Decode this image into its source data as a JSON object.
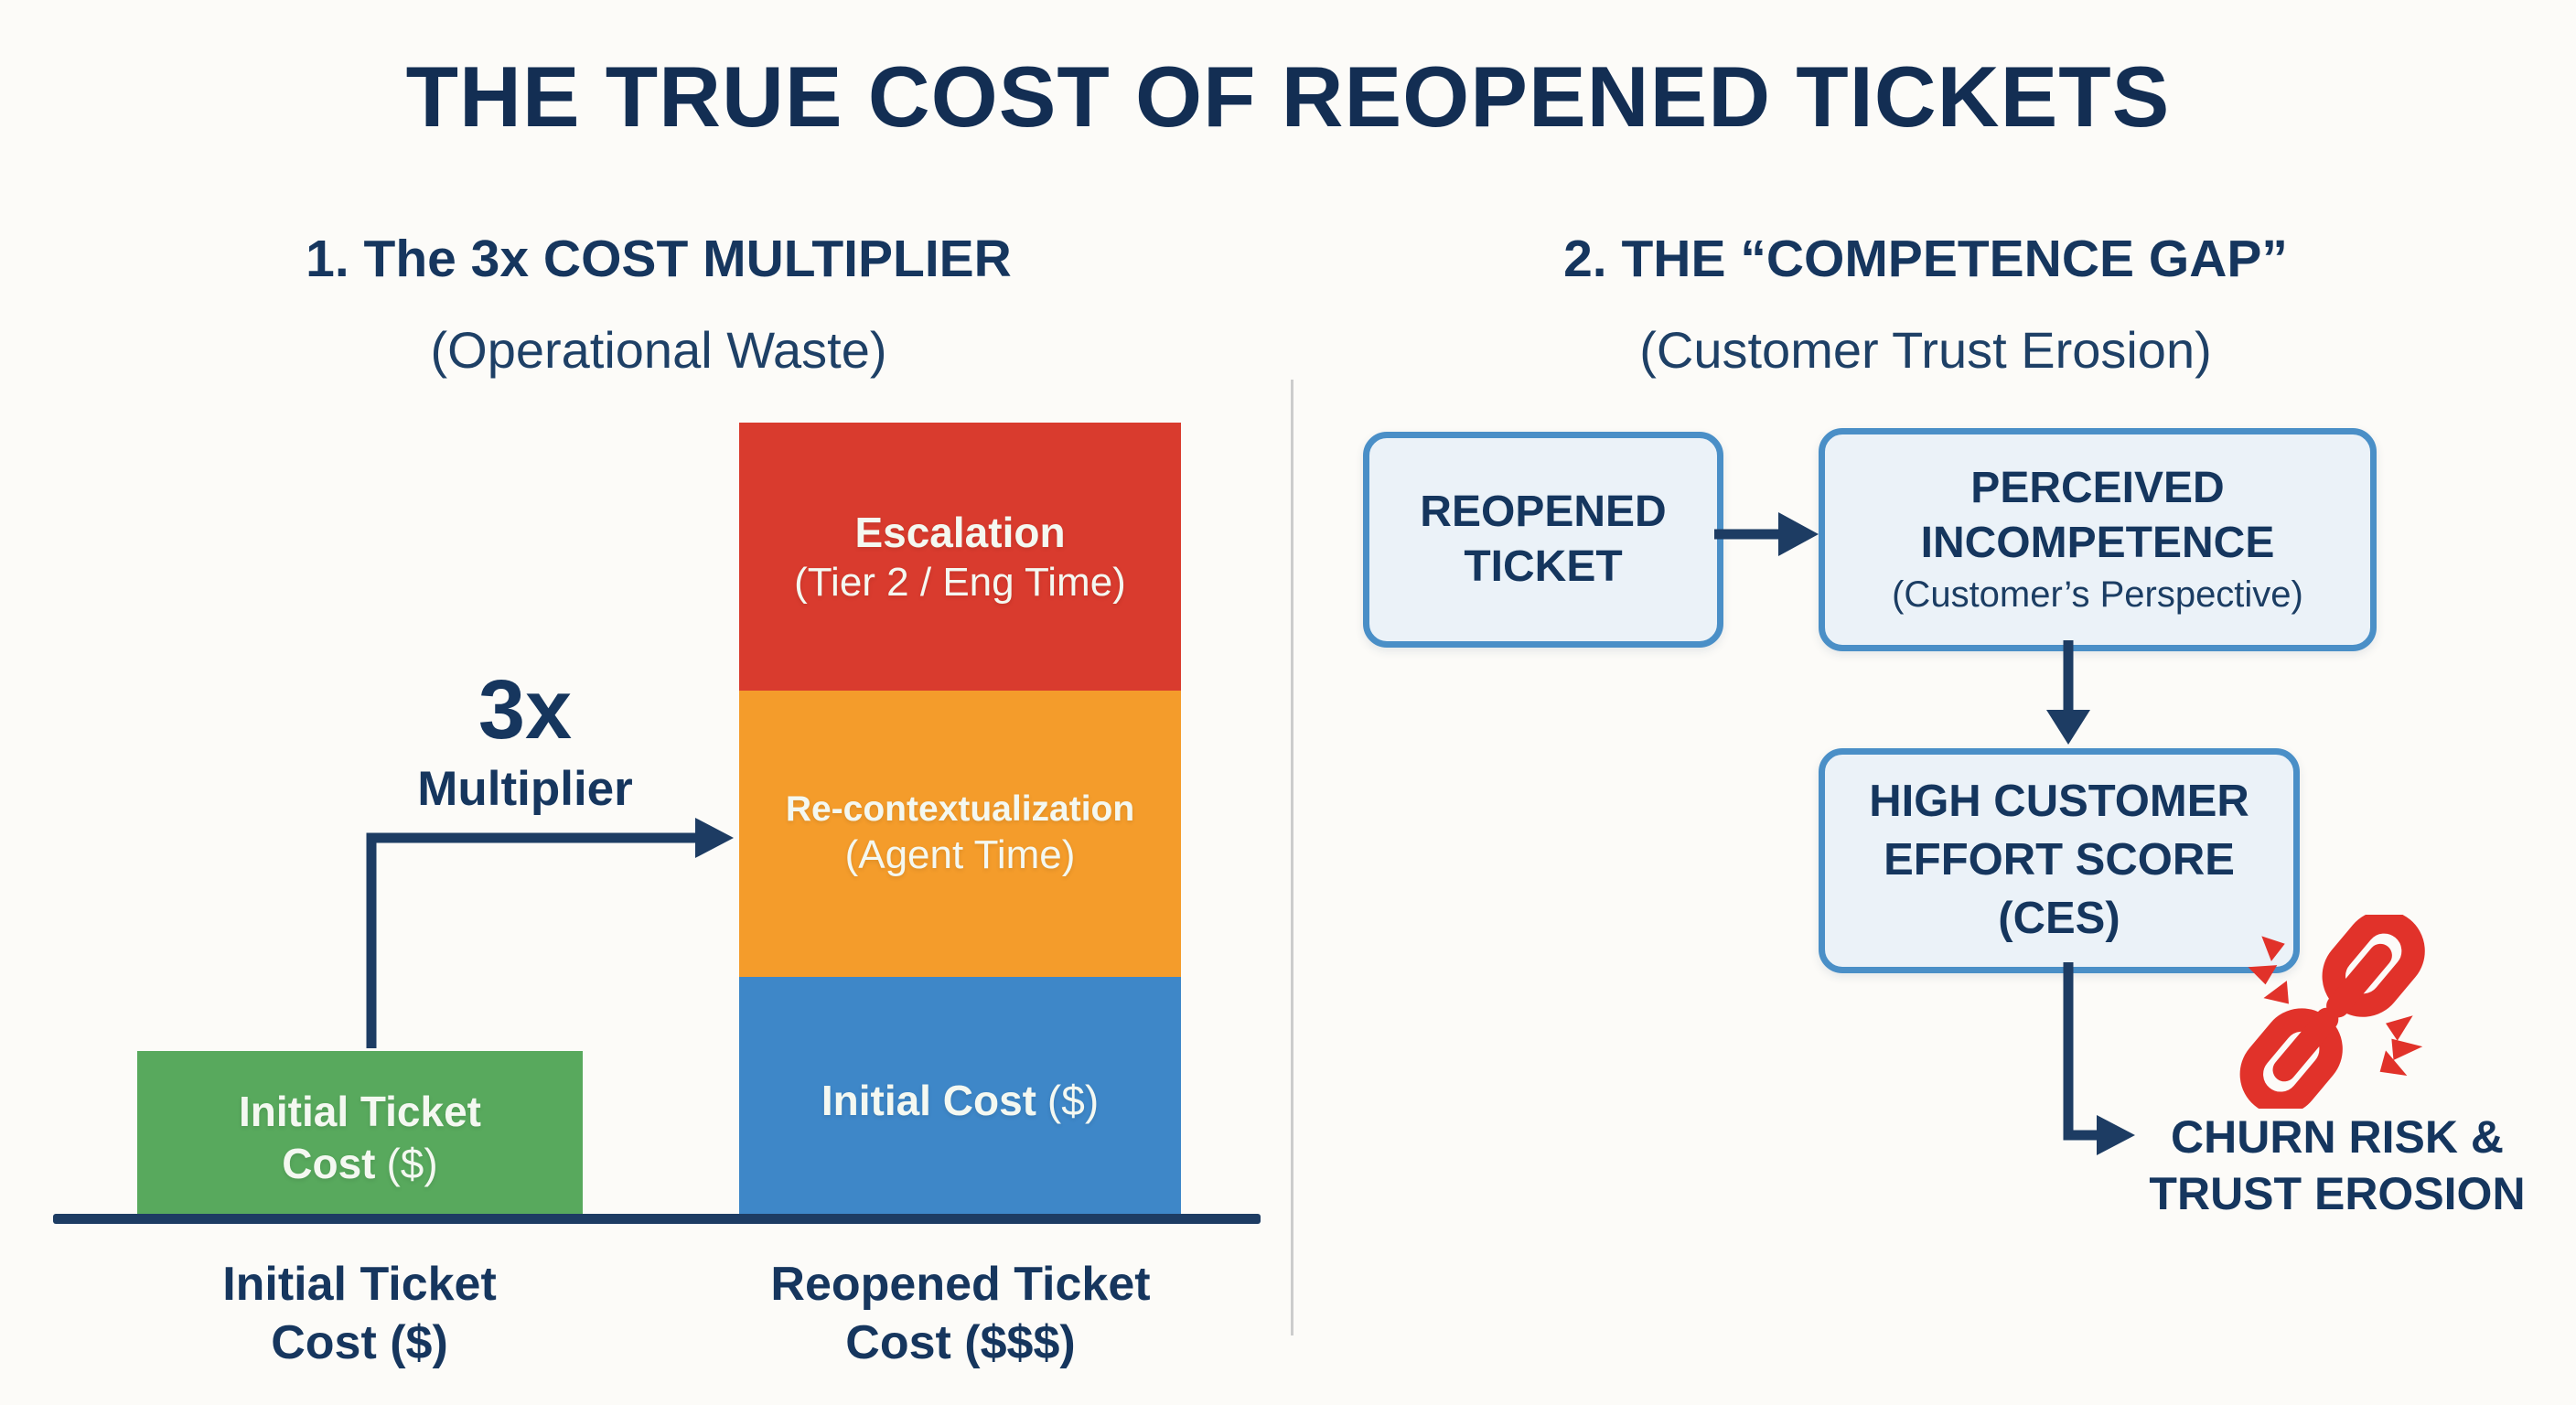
{
  "title": "THE TRUE COST OF REOPENED TICKETS",
  "left": {
    "heading": "1. The 3x COST MULTIPLIER",
    "subheading": "(Operational Waste)",
    "multiplier": {
      "big": "3x",
      "small": "Multiplier"
    },
    "initial_bar": {
      "line1": "Initial Ticket",
      "line2_bold": "Cost",
      "line2_normal": "($)"
    },
    "segments": {
      "escalation": {
        "title": "Escalation",
        "subtitle": "(Tier 2 / Eng Time)"
      },
      "recontextualization": {
        "title": "Re-contextualization",
        "subtitle": "(Agent Time)"
      },
      "initial_cost": {
        "bold": "Initial Cost",
        "normal": "($)"
      }
    },
    "axis": {
      "label1_line1": "Initial Ticket",
      "label1_line2": "Cost ($)",
      "label2_line1": "Reopened Ticket",
      "label2_line2": "Cost ($$$)"
    }
  },
  "right": {
    "heading": "2. THE “COMPETENCE GAP”",
    "subheading": "(Customer Trust Erosion)",
    "box_reopened": {
      "line1": "REOPENED",
      "line2": "TICKET"
    },
    "box_perceived": {
      "line1": "PERCEIVED",
      "line2": "INCOMPETENCE",
      "line3": "(Customer’s Perspective)"
    },
    "box_ces": {
      "line1": "HIGH CUSTOMER",
      "line2": "EFFORT SCORE",
      "line3": "(CES)"
    },
    "outcome": {
      "line1": "CHURN RISK &",
      "line2": "TRUST EROSION",
      "icon": "broken-chain-icon"
    }
  },
  "colors": {
    "background": "#fcfbf8",
    "navy": "#16365e",
    "arrow_navy": "#1d3c63",
    "bar_green": "#58a95d",
    "bar_red": "#d93b2e",
    "bar_orange": "#f49c2b",
    "bar_blue": "#3e87c8",
    "box_fill": "#ebf2f8",
    "box_border": "#4a8fc7",
    "chain_red": "#e1322a",
    "divider_gray": "#cccccc"
  },
  "chart_data": {
    "type": "bar",
    "title": "1. The 3x COST MULTIPLIER (Operational Waste)",
    "categories": [
      "Initial Ticket Cost ($)",
      "Reopened Ticket Cost ($$$)"
    ],
    "series": [
      {
        "name": "Initial Ticket Cost ($)",
        "color": "#58a95d",
        "values": [
          1.0,
          0
        ]
      },
      {
        "name": "Initial Cost ($)",
        "color": "#3e87c8",
        "values": [
          0,
          1.43
        ]
      },
      {
        "name": "Re-contextualization (Agent Time)",
        "color": "#f49c2b",
        "values": [
          0,
          1.66
        ]
      },
      {
        "name": "Escalation (Tier 2 / Eng Time)",
        "color": "#d93b2e",
        "values": [
          0,
          1.55
        ]
      }
    ],
    "annotation": "3x Multiplier",
    "xlabel": "",
    "ylabel": "",
    "ylim": [
      0,
      5
    ],
    "grid": false,
    "legend": "none",
    "note": "stacked bar; values are relative cost units (initial ticket cost = 1)"
  }
}
